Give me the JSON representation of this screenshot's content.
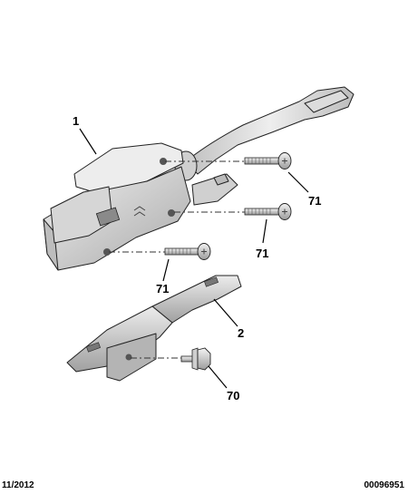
{
  "callouts": {
    "c1": "1",
    "c2": "2",
    "c70": "70",
    "c71a": "71",
    "c71b": "71",
    "c71c": "71"
  },
  "footer": {
    "date": "11/2012",
    "reference": "00096951"
  },
  "colors": {
    "part_light": "#e6e6e6",
    "part_mid": "#c8c8c8",
    "part_dark": "#9a9a9a",
    "outline": "#222222"
  }
}
